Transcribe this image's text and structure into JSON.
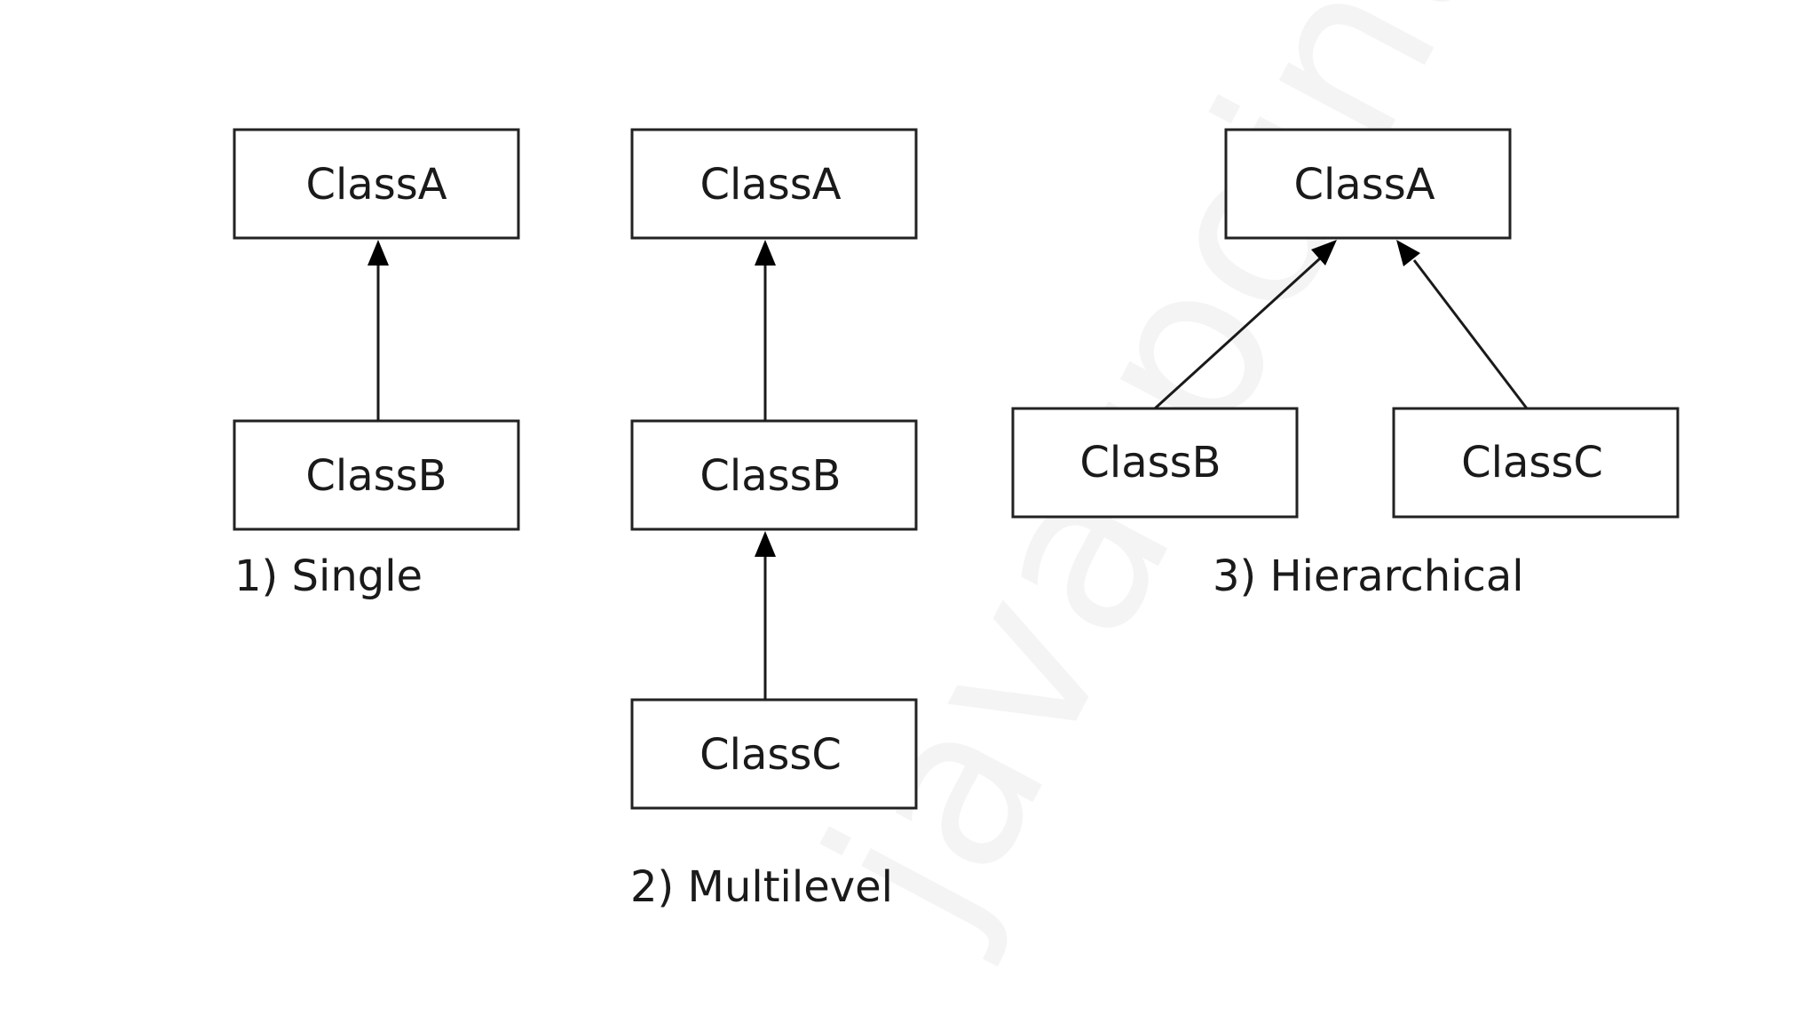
{
  "watermark": "javatpoint",
  "single": {
    "caption": "1)  Single",
    "class_a": "ClassA",
    "class_b": "ClassB"
  },
  "multilevel": {
    "caption": "2) Multilevel",
    "class_a": "ClassA",
    "class_b": "ClassB",
    "class_c": "ClassC"
  },
  "hierarchical": {
    "caption": "3) Hierarchical",
    "class_a": "ClassA",
    "class_b": "ClassB",
    "class_c": "ClassC"
  }
}
